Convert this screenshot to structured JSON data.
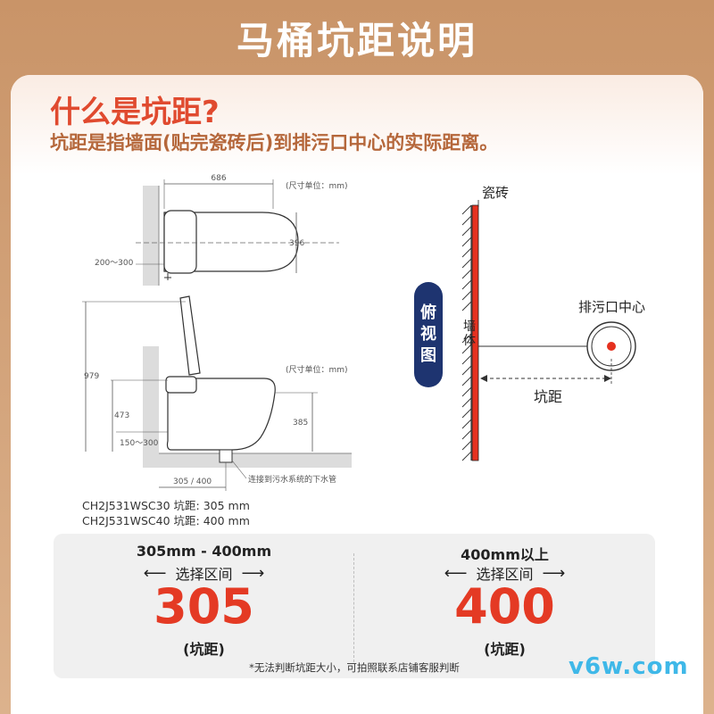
{
  "header": {
    "title": "马桶坑距说明"
  },
  "intro": {
    "question": "什么是坑距?",
    "definition": "坑距是指墙面(贴完瓷砖后)到排污口中心的实际距离。"
  },
  "top_view_diagram": {
    "width_label": "686",
    "unit_label": "(尺寸单位：mm)",
    "depth_label": "396",
    "range_label": "200～300"
  },
  "side_view_diagram": {
    "height_label": "979",
    "unit_label": "(尺寸单位：mm)",
    "seat_label": "473",
    "rim_label": "385",
    "inlet_label": "150～300",
    "rough_in_label": "305 / 400",
    "callout": "连接到污水系统的下水管"
  },
  "models": [
    "CH2J531WSC30  坑距: 305 mm",
    "CH2J531WSC40  坑距: 400 mm"
  ],
  "plan_diagram": {
    "tile_label": "瓷砖",
    "view_badge": "俯视图",
    "view_badge_chars": [
      "俯",
      "视",
      "图"
    ],
    "wall_label": "墙体",
    "wall_label_chars": [
      "墙",
      "体"
    ],
    "outlet_label": "排污口中心",
    "distance_label": "坑距"
  },
  "options": [
    {
      "range": "305mm - 400mm",
      "select": "选择区间",
      "value": "305",
      "unit": "(坑距)"
    },
    {
      "range": "400mm以上",
      "select": "选择区间",
      "value": "400",
      "unit": "(坑距)"
    }
  ],
  "note": "*无法判断坑距大小，可拍照联系店铺客服判断",
  "watermark": "v6w.com",
  "colors": {
    "accent_red": "#e43a24",
    "title_red": "#e04a2f",
    "desc_brown": "#b5673b",
    "badge_navy": "#1e3470",
    "header_tan": "#c99468"
  }
}
